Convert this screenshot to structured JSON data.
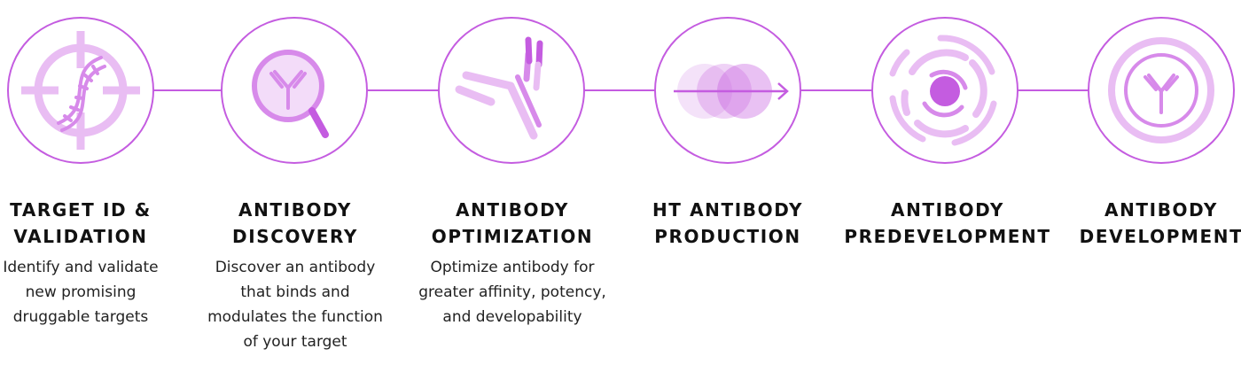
{
  "colors": {
    "primary": "#c45ce0",
    "light": "#e9bdf3",
    "medium": "#d78aea",
    "text": "#111111"
  },
  "stages": [
    {
      "icon": "dna-target-icon",
      "title_lines": [
        "TARGET ID &",
        "VALIDATION"
      ],
      "desc_lines": [
        "Identify and validate",
        "new promising",
        "druggable targets"
      ]
    },
    {
      "icon": "antibody-magnifier-icon",
      "title_lines": [
        "ANTIBODY",
        "DISCOVERY"
      ],
      "desc_lines": [
        "Discover an antibody",
        "that binds and",
        "modulates the function",
        "of your target"
      ]
    },
    {
      "icon": "antibody-optimization-icon",
      "title_lines": [
        "ANTIBODY",
        "OPTIMIZATION"
      ],
      "desc_lines": [
        "Optimize antibody for",
        "greater affinity, potency,",
        "and developability"
      ]
    },
    {
      "icon": "overlapping-circles-arrow-icon",
      "title_lines": [
        "HT ANTIBODY",
        "PRODUCTION"
      ],
      "desc_lines": []
    },
    {
      "icon": "concentric-rings-icon",
      "title_lines": [
        "ANTIBODY",
        "PREDEVELOPMENT"
      ],
      "desc_lines": []
    },
    {
      "icon": "antibody-ring-icon",
      "title_lines": [
        "ANTIBODY",
        "DEVELOPMENT"
      ],
      "desc_lines": []
    }
  ]
}
